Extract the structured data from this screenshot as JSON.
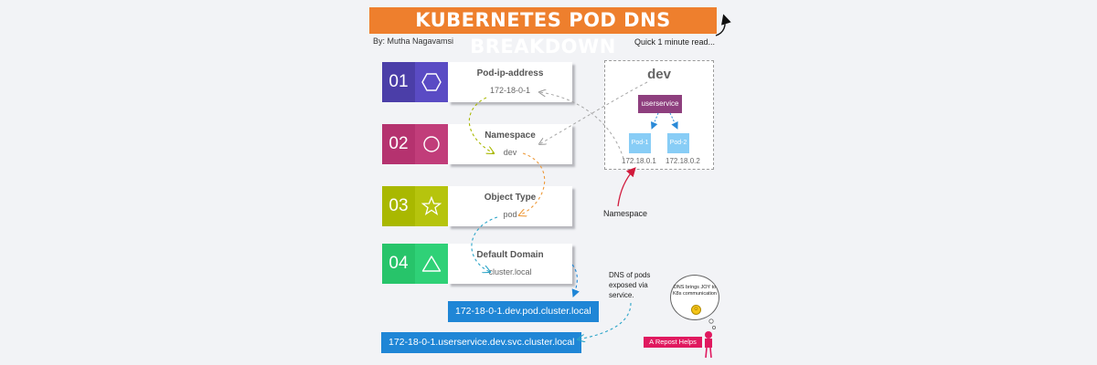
{
  "header": {
    "title": "KUBERNETES POD DNS BREAKDOWN",
    "byline": "By: Mutha Nagavamsi",
    "read_note": "Quick 1 minute read..."
  },
  "steps": [
    {
      "number": "01",
      "title": "Pod-ip-address",
      "value": "172-18-0-1",
      "icon": "hexagon-icon",
      "color": "#4b3ea8"
    },
    {
      "number": "02",
      "title": "Namespace",
      "value": "dev",
      "icon": "circle-icon",
      "color": "#b5326f"
    },
    {
      "number": "03",
      "title": "Object Type",
      "value": "pod",
      "icon": "star-icon",
      "color": "#a9b800"
    },
    {
      "number": "04",
      "title": "Default Domain",
      "value": "cluster.local",
      "icon": "triangle-icon",
      "color": "#27c46a"
    }
  ],
  "namespace_panel": {
    "name": "dev",
    "service": "userservice",
    "pods": [
      {
        "name": "Pod-1",
        "ip": "172.18.0.1"
      },
      {
        "name": "Pod-2",
        "ip": "172.18.0.2"
      }
    ],
    "caption": "Namespace"
  },
  "dns_note": "DNS of pods exposed via service.",
  "fqdn": {
    "pod": "172-18-0-1.dev.pod.cluster.local",
    "service": "172-18-0-1.userservice.dev.svc.cluster.local"
  },
  "bubble": {
    "text": "DNS brings JOY to K8s communication"
  },
  "repost_label": "A Repost Helps",
  "colors": {
    "title_bg": "#ee7f2d",
    "service": "#8e3f7e",
    "pod": "#88cdf6",
    "fqdn_bg": "#1f86d6",
    "repost_bg": "#e0195f"
  }
}
